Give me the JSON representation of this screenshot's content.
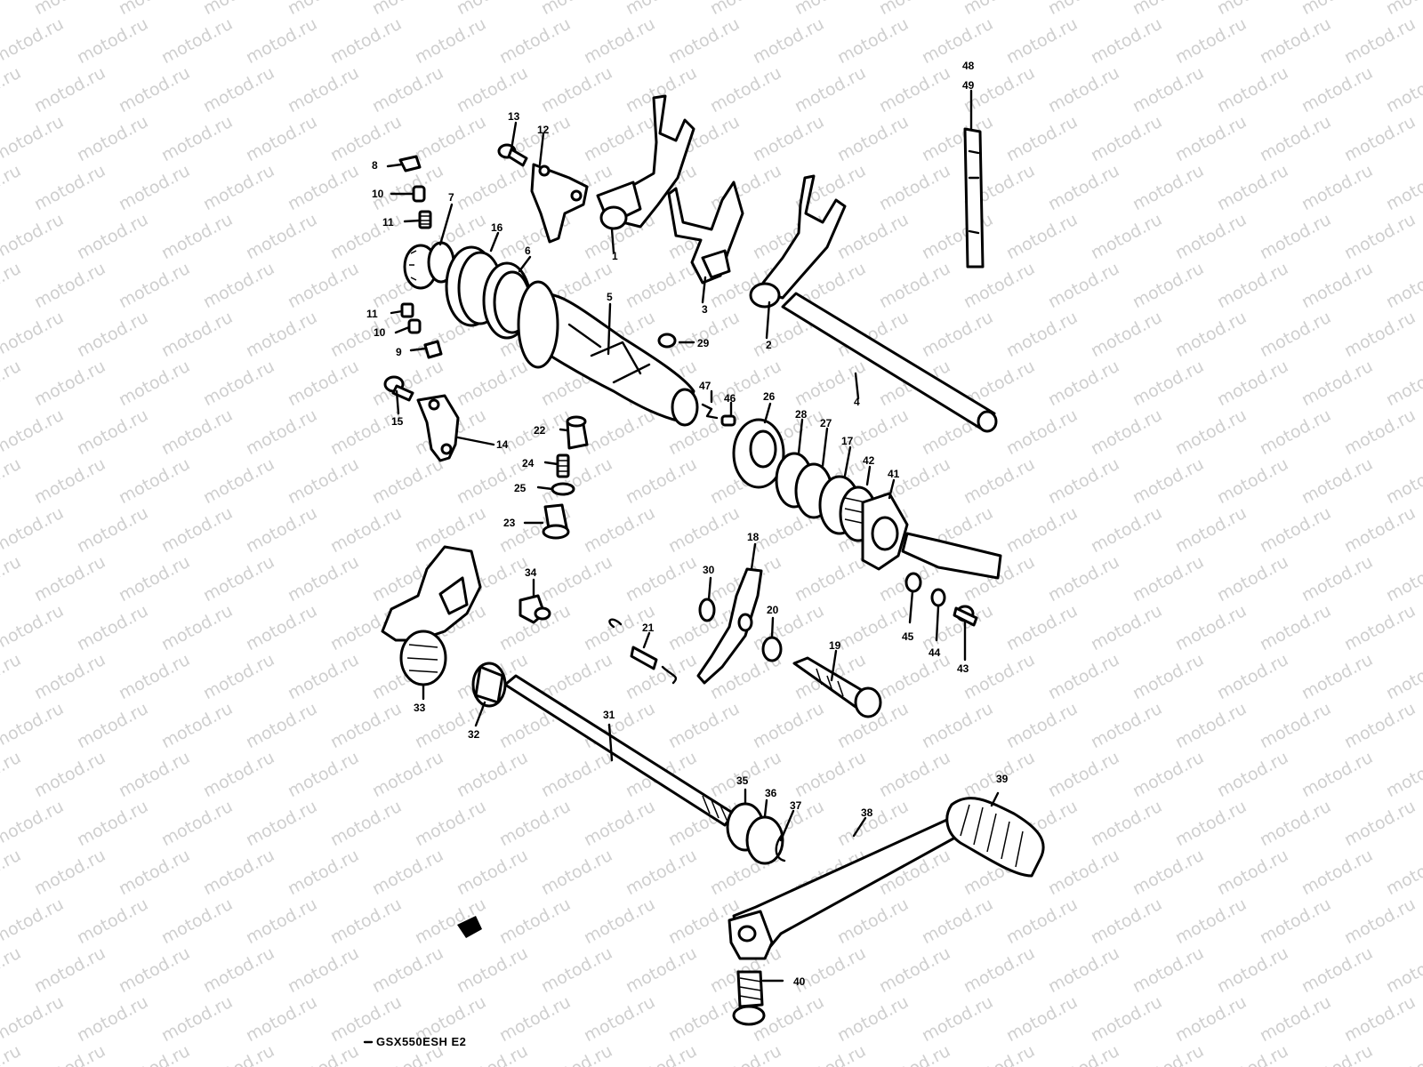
{
  "watermark_text": "motod.ru",
  "model_code": "GSX550ESH E2",
  "callouts": [
    "1",
    "2",
    "3",
    "4",
    "5",
    "6",
    "7",
    "8",
    "9",
    "10",
    "11",
    "12",
    "13",
    "14",
    "15",
    "16",
    "17",
    "18",
    "19",
    "20",
    "21",
    "22",
    "23",
    "24",
    "25",
    "26",
    "27",
    "28",
    "29",
    "30",
    "31",
    "32",
    "33",
    "34",
    "35",
    "36",
    "37",
    "38",
    "39",
    "40",
    "41",
    "42",
    "43",
    "44",
    "45",
    "46",
    "47",
    "48",
    "49"
  ],
  "duplicate_callouts": [
    "10",
    "11"
  ],
  "colors": {
    "ink": "#000000",
    "paper": "#ffffff",
    "watermark": "#cfcfcf"
  }
}
